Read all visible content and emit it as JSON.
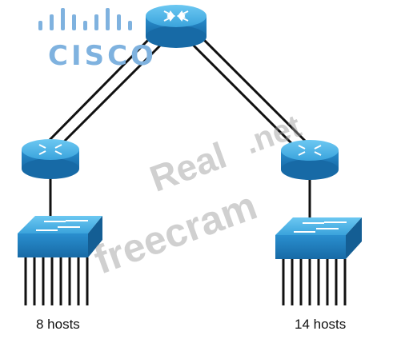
{
  "logo": {
    "text": "CISCO"
  },
  "watermark": {
    "line1": "Real",
    "line2": ".net",
    "line3": "freecram"
  },
  "labels": {
    "left_hosts": "8 hosts",
    "right_hosts": "14 hosts"
  },
  "colors": {
    "device_top": "#4fb3e6",
    "device_side": "#1f7fbf",
    "link": "#111111",
    "logo": "#7fb2df"
  }
}
